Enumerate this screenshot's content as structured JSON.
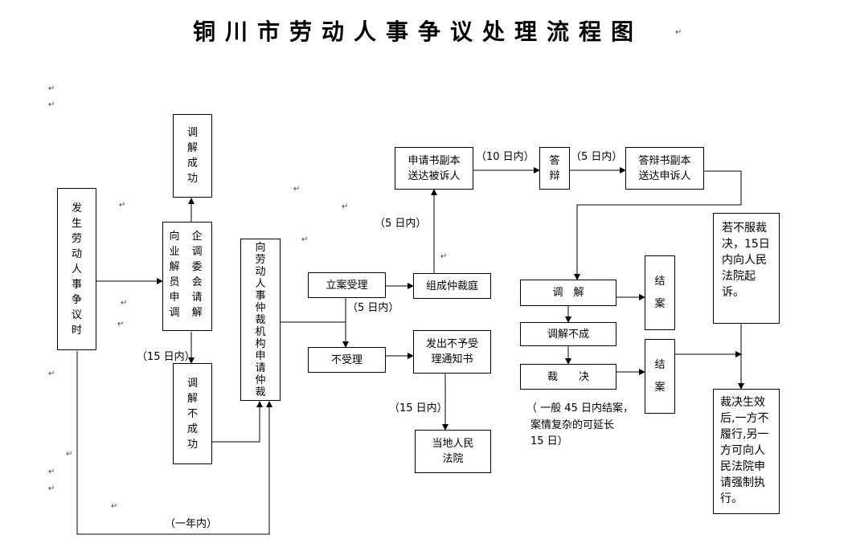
{
  "title": "铜川市劳动人事争议处理流程图",
  "boxes": {
    "dispute": "发生劳动人事争议时",
    "enterprise_mediation_left": "向业解员申调",
    "enterprise_mediation_right": "企调委会请解",
    "mediation_success": "调解成功",
    "mediation_fail": "调解不成功",
    "apply_arbitration": "向劳动人事仲裁机构申请仲裁",
    "accept_case": "立案受理",
    "not_accept": "不受理",
    "form_tribunal": "组成仲裁庭",
    "issue_notice_1": "发出不予受",
    "issue_notice_2": "理通知书",
    "serve_copy_1": "申请书副本",
    "serve_copy_2": "送达被诉人",
    "defense": "答辩",
    "defense_copy_1": "答辩书副本",
    "defense_copy_2": "送达申诉人",
    "mediate": "调　解",
    "mediate_fail": "调解不成",
    "award": "裁　　决",
    "close_case_1": "结案",
    "close_case_2": "结案",
    "local_court_1": "当地人民",
    "local_court_2": "法院",
    "appeal": "若不服裁决，15日内向人民法院起诉。",
    "enforce": "裁决生效后,一方不履行,另一方可向人民法院申请强制执行。"
  },
  "labels": {
    "days15_a": "（15 日内）",
    "days5_a": "（5 日内）",
    "days5_b": "（5 日内）",
    "days10": "（10 日内）",
    "days5_c": "（5 日内）",
    "days15_b": "（15 日内）",
    "one_year": "（一年内）",
    "note_1": "（ 一般 45 日内结案，",
    "note_2": "案情复杂的可延长",
    "note_3": "15 日）"
  },
  "colors": {
    "line": "#000000",
    "background": "#ffffff"
  }
}
